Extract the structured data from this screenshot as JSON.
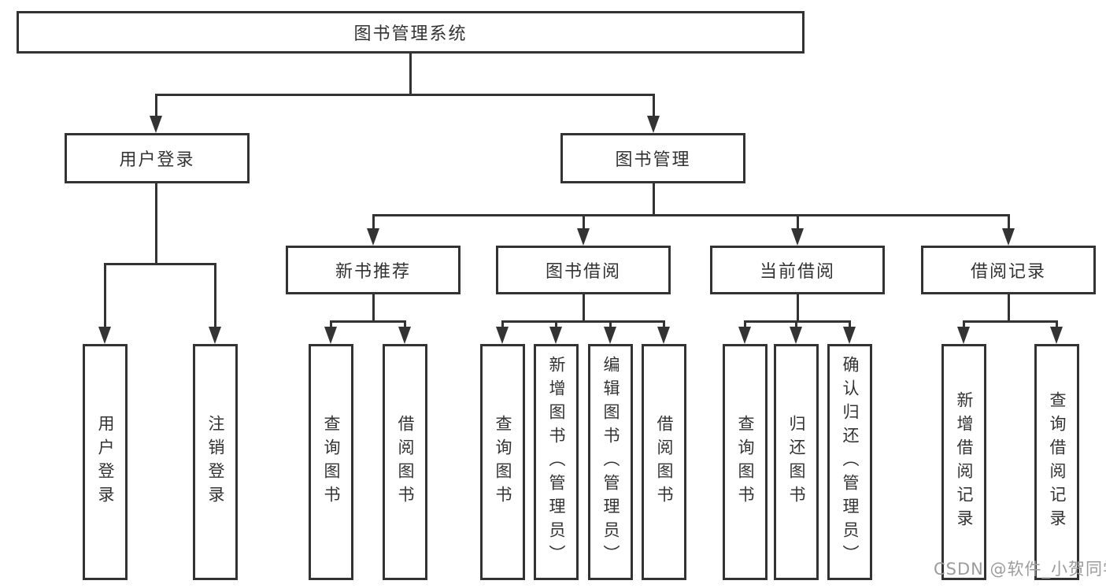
{
  "diagram": {
    "type": "functional-structure-tree",
    "title": "图书管理系统"
  },
  "hierarchy": {
    "label": "图书管理系统",
    "children": [
      {
        "label": "用户登录",
        "children": [
          {
            "label": "用户登录"
          },
          {
            "label": "注销登录"
          }
        ]
      },
      {
        "label": "图书管理",
        "children": [
          {
            "label": "新书推荐",
            "children": [
              {
                "label": "查询图书"
              },
              {
                "label": "借阅图书"
              }
            ]
          },
          {
            "label": "图书借阅",
            "children": [
              {
                "label": "查询图书"
              },
              {
                "label": "新增图书（管理员）"
              },
              {
                "label": "编辑图书（管理员）"
              },
              {
                "label": "借阅图书"
              }
            ]
          },
          {
            "label": "当前借阅",
            "children": [
              {
                "label": "查询图书"
              },
              {
                "label": "归还图书"
              },
              {
                "label": "确认归还（管理员）"
              }
            ]
          },
          {
            "label": "借阅记录",
            "children": [
              {
                "label": "新增借阅记录"
              },
              {
                "label": "查询借阅记录"
              }
            ]
          }
        ]
      }
    ]
  },
  "watermark": {
    "text": "CSDN @软件_小贺同学"
  },
  "colors": {
    "line": "#333333",
    "text": "#333333",
    "box_fill": "#ffffff",
    "background": "#ffffff",
    "watermark": "#9c9c9c"
  }
}
